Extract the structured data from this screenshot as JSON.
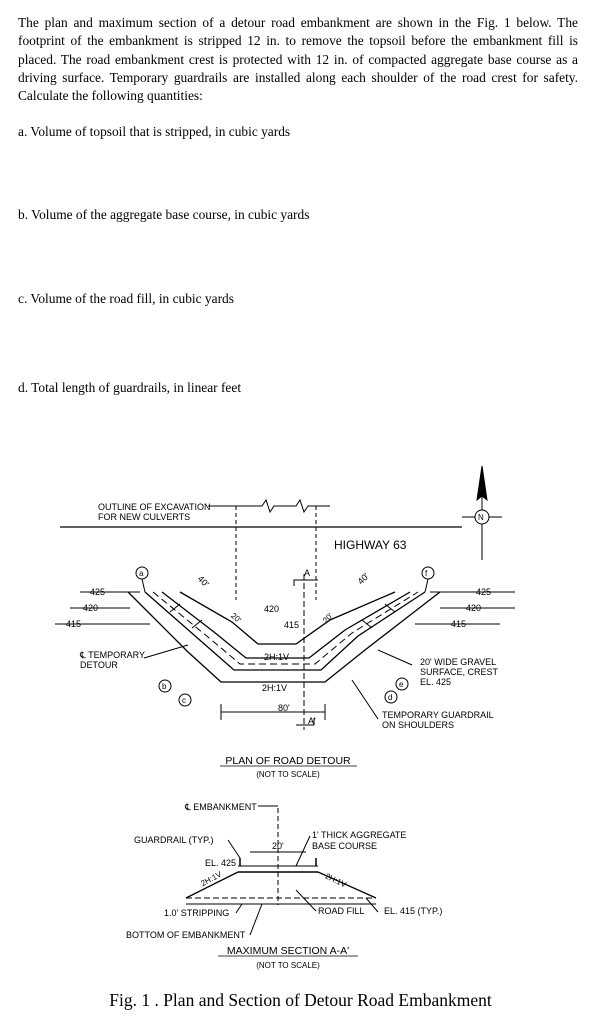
{
  "problem": {
    "intro": "The plan and maximum section of a detour road embankment are shown in the Fig. 1 below. The footprint of the embankment is stripped 12 in. to remove the topsoil before the embankment fill is placed. The road embankment crest is protected with 12 in. of compacted aggregate base course as a driving surface. Temporary guardrails are installed along each shoulder of the road crest for safety. Calculate the following quantities:",
    "questions": [
      "a.  Volume of topsoil that is stripped, in cubic yards",
      "b.  Volume of the aggregate base course, in cubic yards",
      "c.  Volume of the road fill, in cubic yards",
      "d.  Total length of guardrails, in linear feet"
    ]
  },
  "plan": {
    "excavation_label_1": "OUTLINE OF EXCAVATION",
    "excavation_label_2": "FOR NEW CULVERTS",
    "highway": "HIGHWAY 63",
    "north": "N",
    "contour_425": "425",
    "contour_420": "420",
    "contour_415": "415",
    "dim_40": "40'",
    "dim_20": "20'",
    "dim_80": "80'",
    "slope": "2H:1V",
    "section_a": "A",
    "section_a_prime": "A'",
    "detour_label_1": "℄ TEMPORARY",
    "detour_label_2": "DETOUR",
    "crest_label_1": "20' WIDE GRAVEL",
    "crest_label_2": "SURFACE, CREST",
    "crest_label_3": "EL. 425",
    "guardrail_label_1": "TEMPORARY GUARDRAIL",
    "guardrail_label_2": "ON SHOULDERS",
    "points": [
      "a",
      "b",
      "c",
      "d",
      "e",
      "f"
    ],
    "title": "PLAN OF ROAD DETOUR",
    "subtitle": "(NOT TO SCALE)"
  },
  "section": {
    "embankment": "℄ EMBANKMENT",
    "guardrail": "GUARDRAIL (TYP.)",
    "aggregate_1": "1' THICK AGGREGATE",
    "aggregate_2": "BASE COURSE",
    "dim_20": "20'",
    "el_425": "EL. 425",
    "slope": "2H:1V",
    "stripping": "1.0' STRIPPING",
    "road_fill": "ROAD FILL",
    "el_415": "EL. 415 (TYP.)",
    "bottom": "BOTTOM OF EMBANKMENT",
    "title": "MAXIMUM SECTION A-A'",
    "subtitle": "(NOT TO SCALE)"
  },
  "figure_caption": "Fig. 1 . Plan and Section of Detour Road Embankment"
}
